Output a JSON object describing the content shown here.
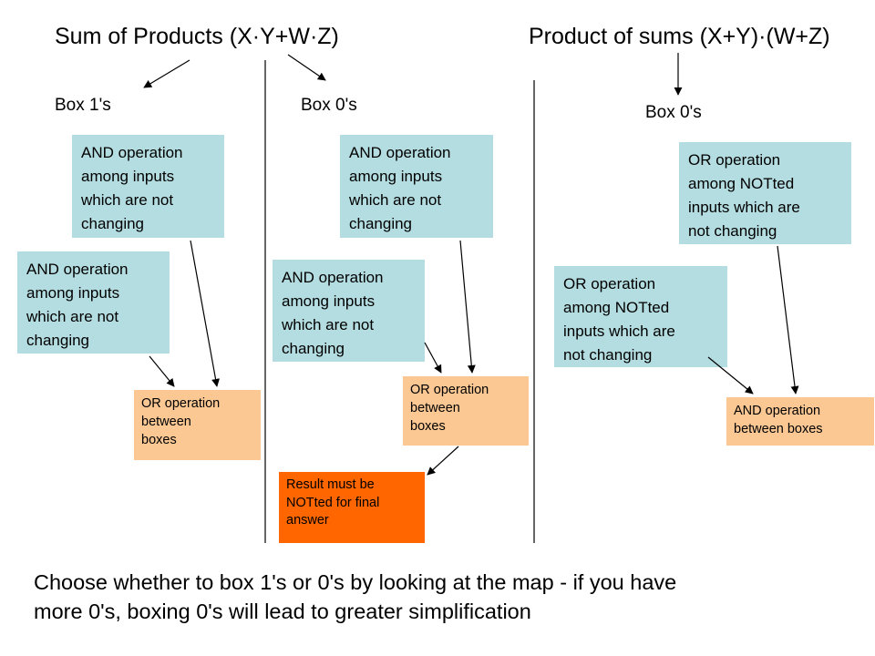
{
  "titles": {
    "sum_of_products": "Sum of Products (X·Y+W·Z)",
    "product_of_sums": "Product of sums (X+Y)·(W+Z)"
  },
  "sop": {
    "ones": {
      "heading": "Box 1's",
      "and_box_top": "AND operation\namong inputs\nwhich are not\nchanging",
      "and_box_bottom": "AND operation\namong inputs\nwhich are not\nchanging",
      "or_box": "OR operation\nbetween\nboxes"
    },
    "zeros": {
      "heading": "Box 0's",
      "and_box_top": "AND operation\namong inputs\nwhich are not\nchanging",
      "and_box_bottom": "AND operation\namong inputs\nwhich are not\nchanging",
      "or_box": "OR operation\nbetween\nboxes",
      "result_box": "Result must be\nNOTted for final\nanswer"
    }
  },
  "pos": {
    "heading": "Box 0's",
    "or_box_top": "OR operation\namong NOTted\ninputs which are\nnot changing",
    "or_box_bottom": "OR operation\namong NOTted\ninputs which are\nnot changing",
    "and_box": "AND operation\nbetween boxes"
  },
  "footer": "Choose whether to box 1's or 0's by looking at the map - if you have\nmore 0's, boxing 0's will lead to greater simplification",
  "colors": {
    "cyan_box": "#b4dde1",
    "peach_box": "#fbc894",
    "orange_box": "#ff6600",
    "lines": "#000000"
  }
}
